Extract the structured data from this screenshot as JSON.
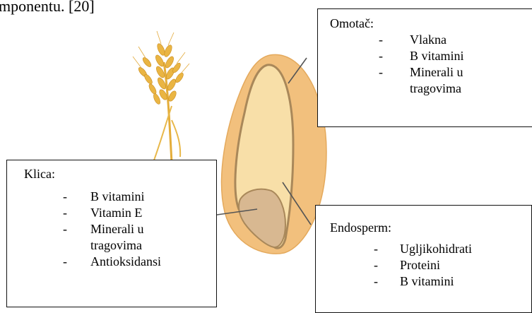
{
  "top_text": "mponentu. [20]",
  "labels": {
    "omotac": {
      "title": "Omotač:",
      "items": [
        "Vlakna",
        "B vitamini",
        "Minerali u",
        "tragovima"
      ]
    },
    "klica": {
      "title": "Klica:",
      "items": [
        "B vitamini",
        "Vitamin E",
        "Minerali u",
        "tragovima",
        "Antioksidansi"
      ],
      "dashes": [
        true,
        true,
        true,
        false,
        true
      ]
    },
    "endosperm": {
      "title": "Endosperm:",
      "items": [
        "Ugljikohidrati",
        "Proteini",
        "B vitamini"
      ]
    }
  },
  "colors": {
    "grain_bran": "#f2c07d",
    "grain_endosperm": "#f8dfa8",
    "grain_germ": "#d8b891",
    "grain_outline": "#a9885a",
    "wheat": "#e8b33c"
  }
}
